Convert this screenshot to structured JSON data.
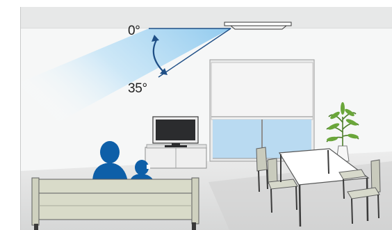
{
  "diagram": {
    "angle_labels": {
      "start": "0°",
      "end": "35°"
    },
    "airflow_angle_deg": 35,
    "colors": {
      "ceiling": "#e7e8e8",
      "wall": "#f6f7f7",
      "floor": "#dfe0e0",
      "airflow_blue": "#a9d6f2",
      "angle_arrow": "#1f4f86",
      "people": "#0e5fa8",
      "sofa": "#d9dbc9",
      "window_glass": "#b9daf1",
      "blind": "#f3f3f3"
    }
  }
}
